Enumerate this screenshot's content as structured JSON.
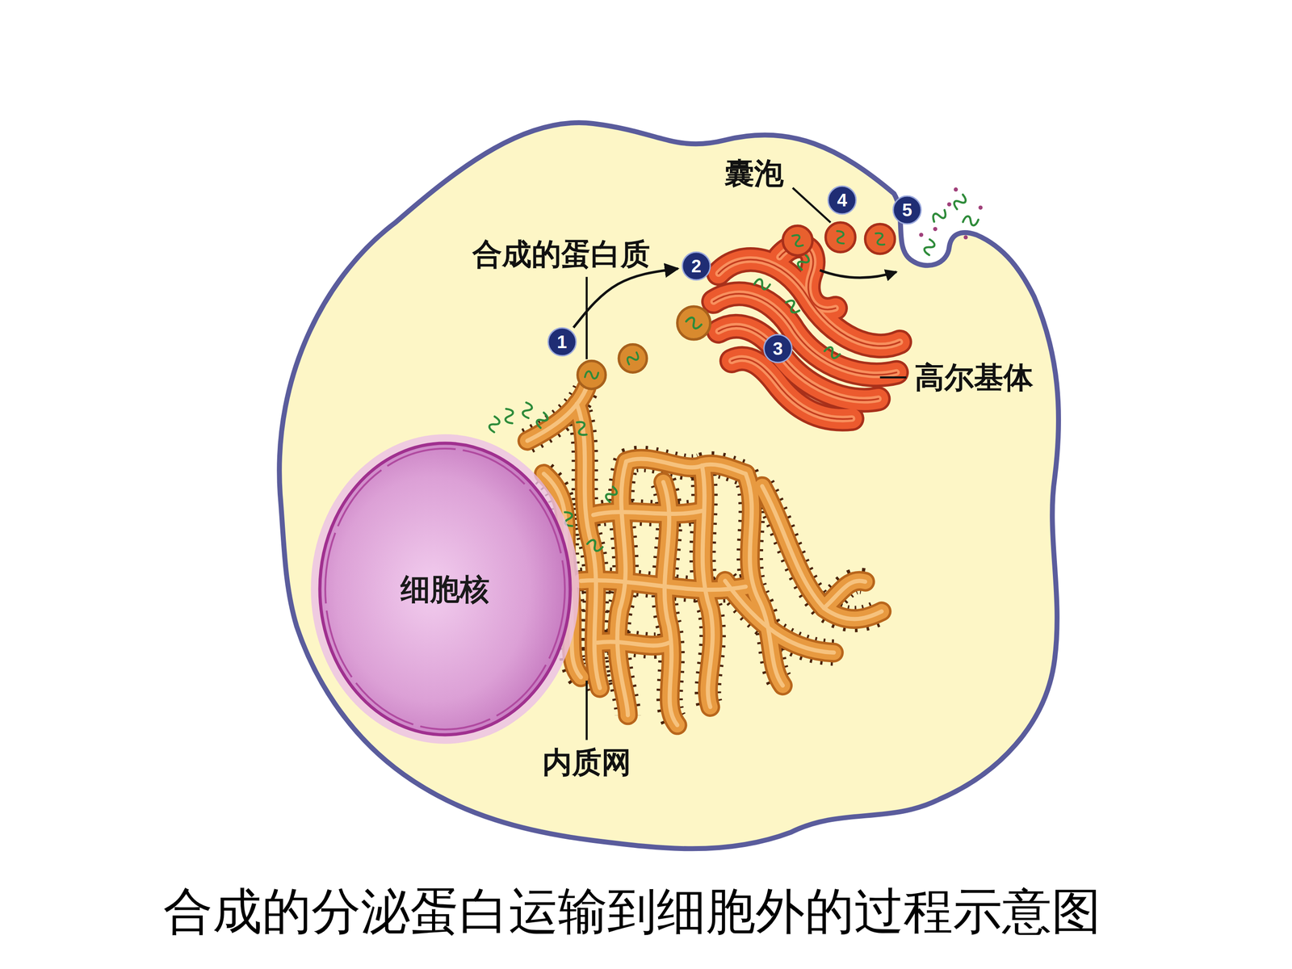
{
  "diagram": {
    "caption": "合成的分泌蛋白运输到细胞外的过程示意图",
    "nodes": [
      {
        "text": [
          "4"
        ]
      },
      {
        "text": [
          "5"
        ]
      },
      {
        "text": [
          "2"
        ]
      },
      {
        "text": [
          "1"
        ]
      },
      {
        "text": [
          "3"
        ]
      },
      {
        "text": [
          "细胞核"
        ]
      }
    ],
    "edges": [
      {
        "from": 3,
        "to": 2,
        "arrow": "to"
      }
    ],
    "labels": [
      "囊泡",
      "合成的蛋白质",
      "高尔基体",
      "内质网"
    ]
  }
}
